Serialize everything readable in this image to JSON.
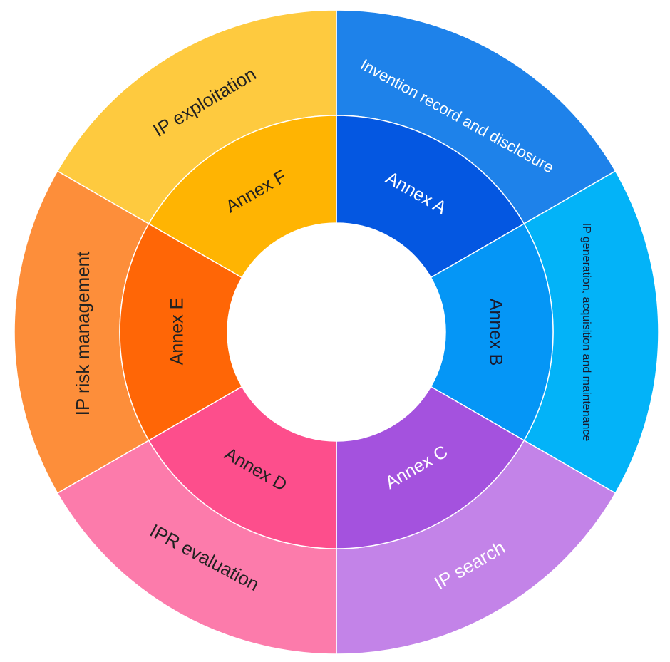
{
  "diagram": {
    "segments": [
      {
        "inner_label": "Annex A",
        "outer_label": "Invention record and disclosure",
        "inner_color": "#0457E1",
        "outer_color": "#1E82EA",
        "inner_text_color": "#ffffff",
        "outer_text_color": "#ffffff"
      },
      {
        "inner_label": "Annex B",
        "outer_label": "IP generation, acquisition and maintenance",
        "inner_color": "#0596F6",
        "outer_color": "#03B3F8",
        "inner_text_color": "#1a1a2e",
        "outer_text_color": "#1a1a2e"
      },
      {
        "inner_label": "Annex C",
        "outer_label": "IP search",
        "inner_color": "#A452DE",
        "outer_color": "#C383E8",
        "inner_text_color": "#ffffff",
        "outer_text_color": "#ffffff"
      },
      {
        "inner_label": "Annex D",
        "outer_label": "IPR evaluation",
        "inner_color": "#FD4E8C",
        "outer_color": "#FC7BAB",
        "inner_text_color": "#222222",
        "outer_text_color": "#222222"
      },
      {
        "inner_label": "Annex E",
        "outer_label": "IP risk management",
        "inner_color": "#FF6606",
        "outer_color": "#FD8E3A",
        "inner_text_color": "#222222",
        "outer_text_color": "#222222"
      },
      {
        "inner_label": "Annex F",
        "outer_label": "IP exploitation",
        "inner_color": "#FFB402",
        "outer_color": "#FECA3F",
        "inner_text_color": "#222222",
        "outer_text_color": "#222222"
      }
    ]
  }
}
